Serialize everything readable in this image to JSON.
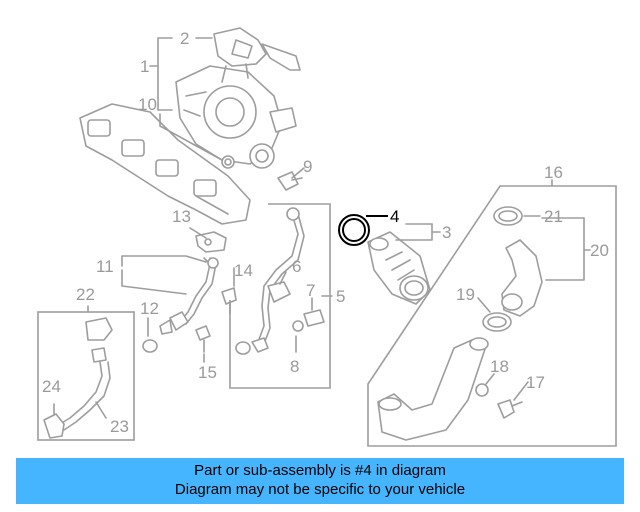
{
  "diagram": {
    "labels": {
      "l1": "1",
      "l2": "2",
      "l3": "3",
      "l4": "4",
      "l5": "5",
      "l6": "6",
      "l7": "7",
      "l8": "8",
      "l9": "9",
      "l10": "10",
      "l11": "11",
      "l12": "12",
      "l13": "13",
      "l14": "14",
      "l15": "15",
      "l16": "16",
      "l17": "17",
      "l18": "18",
      "l19": "19",
      "l20": "20",
      "l21": "21",
      "l22": "22",
      "l23": "23",
      "l24": "24"
    },
    "highlighted_part": "4",
    "colors": {
      "lines": "#9d9d9d",
      "labels": "#9a9a9a",
      "highlight": "#000000"
    }
  },
  "banner": {
    "line1": "Part or sub-assembly is #4 in diagram",
    "line2": "Diagram may not be specific to your vehicle",
    "background": "#45b5ff"
  }
}
